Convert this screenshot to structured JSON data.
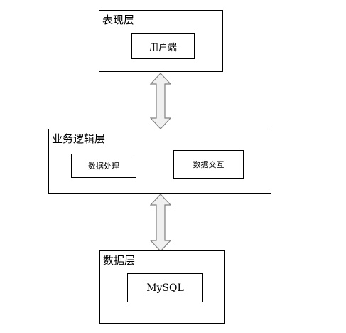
{
  "presentation_layer": {
    "title": "表现层",
    "node": "用户端"
  },
  "business_layer": {
    "title": "业务逻辑层",
    "nodes": [
      "数据处理",
      "数据交互"
    ]
  },
  "data_layer": {
    "title": "数据层",
    "node": "MySQL"
  },
  "colors": {
    "stroke": "#000000",
    "arrow_fill": "#f0f0f0",
    "arrow_stroke": "#808080"
  }
}
